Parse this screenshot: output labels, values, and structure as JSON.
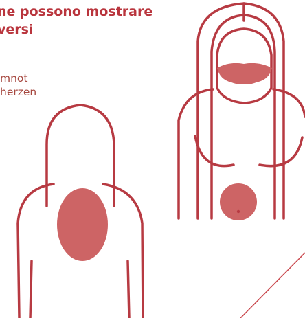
{
  "heading": {
    "line1": "ne possono mostrare",
    "line2": "versi"
  },
  "body_text": {
    "line1": "mnot",
    "line2": "herzen"
  },
  "colors": {
    "accent": "#b9353d",
    "outline": "#b73a42",
    "fill": "#cd6465",
    "background": "#ffffff"
  },
  "figures": [
    {
      "name": "back-view-figure",
      "marks": [
        "upper-back-pain-area"
      ]
    },
    {
      "name": "front-view-figure",
      "marks": [
        "jaw-pain-area",
        "stomach-pain-area"
      ]
    }
  ]
}
